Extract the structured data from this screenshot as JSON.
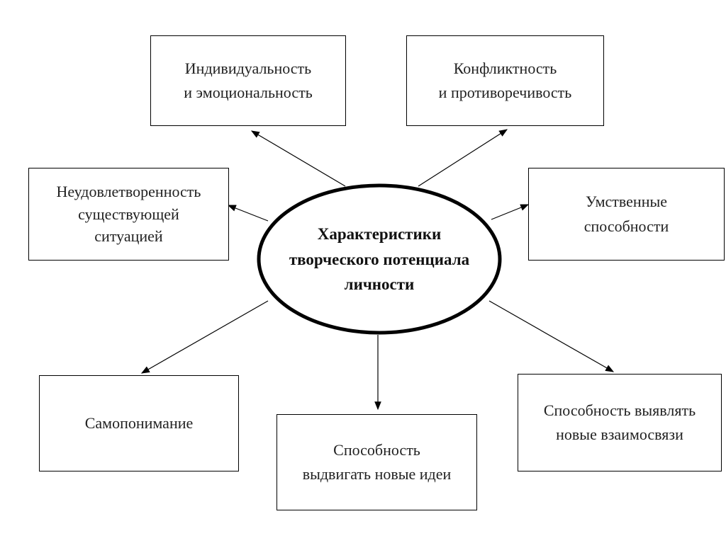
{
  "center": {
    "lines": [
      "Характеристики",
      "творческого потенциала",
      "личности"
    ]
  },
  "boxes": [
    {
      "lines": [
        "Индивидуальность",
        "и эмоциональность"
      ]
    },
    {
      "lines": [
        "Конфликтность",
        "и противоречивость"
      ]
    },
    {
      "lines": [
        "Неудовлетворенность",
        "существующей",
        "ситуацией"
      ]
    },
    {
      "lines": [
        "Умственные",
        "способности"
      ]
    },
    {
      "lines": [
        "Самопонимание"
      ]
    },
    {
      "lines": [
        "Способность",
        "выдвигать новые идеи"
      ]
    },
    {
      "lines": [
        "Способность выявлять",
        "новые взаимосвязи"
      ]
    }
  ]
}
